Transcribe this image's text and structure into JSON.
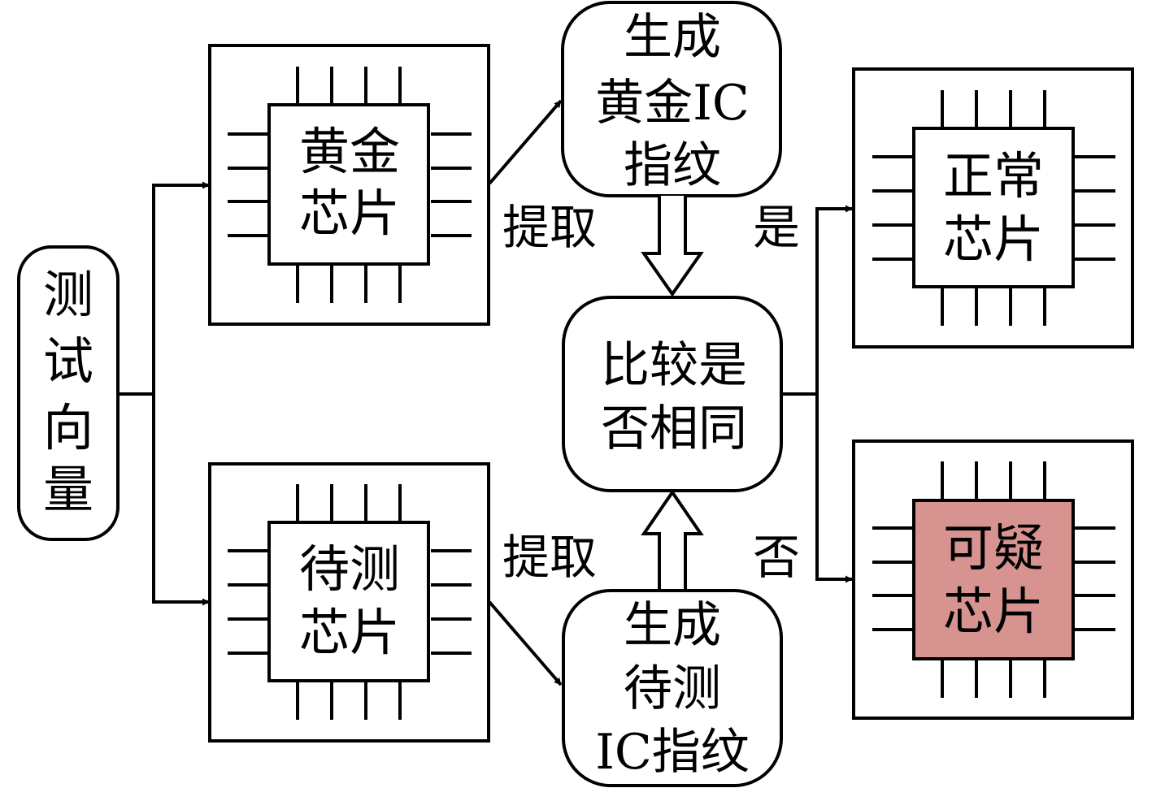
{
  "diagram": {
    "title": "Golden chip IC fingerprint comparison flow",
    "colors": {
      "stroke": "#000000",
      "background": "#ffffff",
      "suspicious_chip_fill": "#d69390"
    },
    "nodes": {
      "test_vector": {
        "lines": [
          "测",
          "试",
          "向",
          "量"
        ]
      },
      "golden_chip": {
        "lines": [
          "黄金",
          "芯片"
        ]
      },
      "dut_chip": {
        "lines": [
          "待测",
          "芯片"
        ]
      },
      "golden_fingerprint": {
        "lines": [
          "生成",
          "黄金IC",
          "指纹"
        ]
      },
      "dut_fingerprint": {
        "lines": [
          "生成",
          "待测",
          "IC指纹"
        ]
      },
      "compare": {
        "lines": [
          "比较是",
          "否相同"
        ]
      },
      "normal_chip": {
        "lines": [
          "正常",
          "芯片"
        ]
      },
      "suspicious_chip": {
        "lines": [
          "可疑",
          "芯片"
        ]
      }
    },
    "edge_labels": {
      "extract_top": "提取",
      "extract_bottom": "提取",
      "yes": "是",
      "no": "否"
    }
  }
}
